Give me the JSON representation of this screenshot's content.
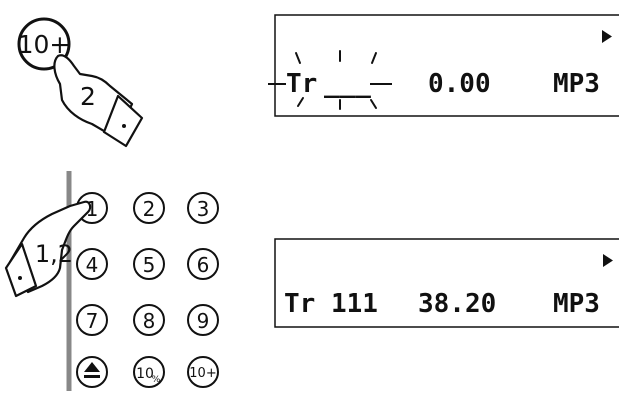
{
  "top_step": {
    "button_label": "10+",
    "hand_label": "2"
  },
  "display_1": {
    "track_prefix": "Tr",
    "track_placeholder": "___",
    "time": "0.00",
    "format": "MP3",
    "play_indicator": "play-triangle-icon"
  },
  "keypad": {
    "hand_label": "1,2",
    "digit_keys": [
      "1",
      "2",
      "3",
      "4",
      "5",
      "6",
      "7",
      "8",
      "9"
    ],
    "eject_icon": "eject-icon",
    "key_10_label": "10",
    "key_10_suffix": "%",
    "key_10plus_label": "10+"
  },
  "display_2": {
    "track": "Tr 111",
    "time": "38.20",
    "format": "MP3",
    "play_indicator": "play-triangle-icon"
  }
}
